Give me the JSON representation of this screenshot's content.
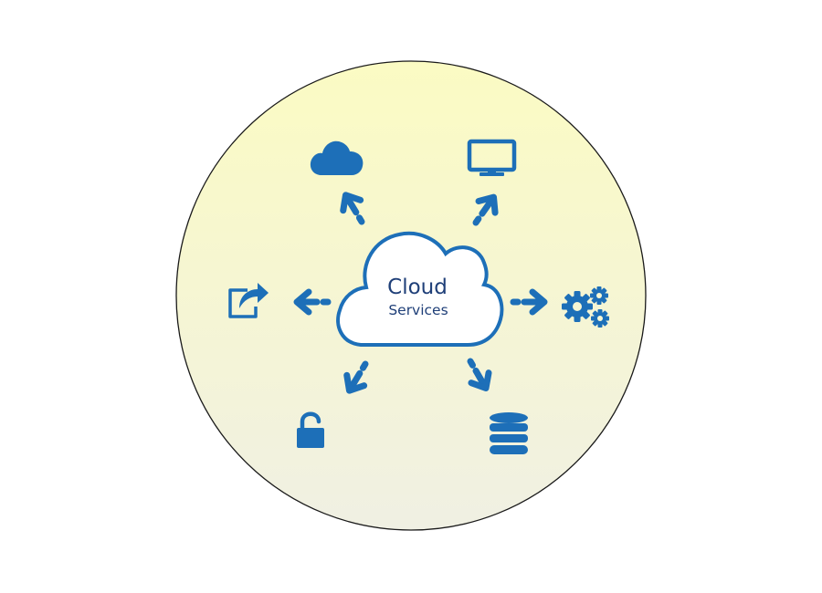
{
  "diagram": {
    "center": {
      "title": "Cloud",
      "subtitle": "Services"
    },
    "nodes": [
      {
        "id": "top-left",
        "icon": "cloud-icon"
      },
      {
        "id": "top-right",
        "icon": "monitor-icon"
      },
      {
        "id": "left",
        "icon": "share-icon"
      },
      {
        "id": "right",
        "icon": "gears-icon"
      },
      {
        "id": "bottom-left",
        "icon": "unlocked-padlock-icon"
      },
      {
        "id": "bottom-right",
        "icon": "database-icon"
      }
    ],
    "colors": {
      "accent": "#1d6fb8",
      "circle_fill_top": "#fbfbc3",
      "circle_fill_bottom": "#f0f0e3",
      "circle_stroke": "#1a1a1a",
      "text": "#1f3f78"
    }
  }
}
